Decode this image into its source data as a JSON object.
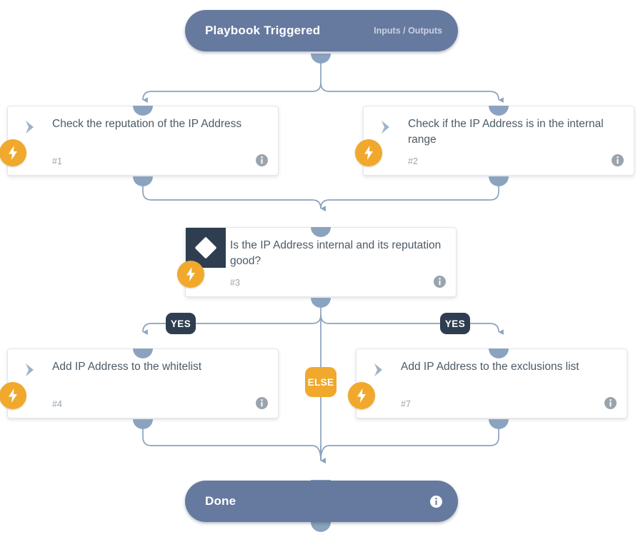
{
  "diagram": {
    "type": "playbook-workflow",
    "theme": {
      "node_blue": "#66799f",
      "connector": "#8ba3bf",
      "badge_navy": "#2e3e50",
      "badge_amber": "#f0a92c",
      "card_text": "#4c5a66",
      "canvas": "#ffffff"
    }
  },
  "trigger": {
    "title": "Playbook Triggered",
    "subtitle": "Inputs / Outputs"
  },
  "nodes": [
    {
      "id": "1",
      "title": "Check the reputation of the IP Address",
      "number": "#1",
      "kind": "action",
      "icon": "chevron-right-icon",
      "badge": "lightning-bolt-icon",
      "info": "info-icon"
    },
    {
      "id": "2",
      "title": "Check if the IP Address is in the internal range",
      "number": "#2",
      "kind": "action",
      "icon": "chevron-right-icon",
      "badge": "lightning-bolt-icon",
      "info": "info-icon"
    },
    {
      "id": "3",
      "title": "Is the IP Address internal and its reputation good?",
      "number": "#3",
      "kind": "condition",
      "icon": "diamond-icon",
      "badge": "lightning-bolt-icon",
      "info": "info-icon"
    },
    {
      "id": "4",
      "title": "Add IP Address to the whitelist",
      "number": "#4",
      "kind": "action",
      "icon": "chevron-right-icon",
      "badge": "lightning-bolt-icon",
      "info": "info-icon"
    },
    {
      "id": "7",
      "title": "Add IP Address to the exclusions list",
      "number": "#7",
      "kind": "action",
      "icon": "chevron-right-icon",
      "badge": "lightning-bolt-icon",
      "info": "info-icon"
    }
  ],
  "branches": {
    "yes_left": "YES",
    "yes_right": "YES",
    "else": "ELSE"
  },
  "done": {
    "title": "Done",
    "info": "info-icon"
  }
}
